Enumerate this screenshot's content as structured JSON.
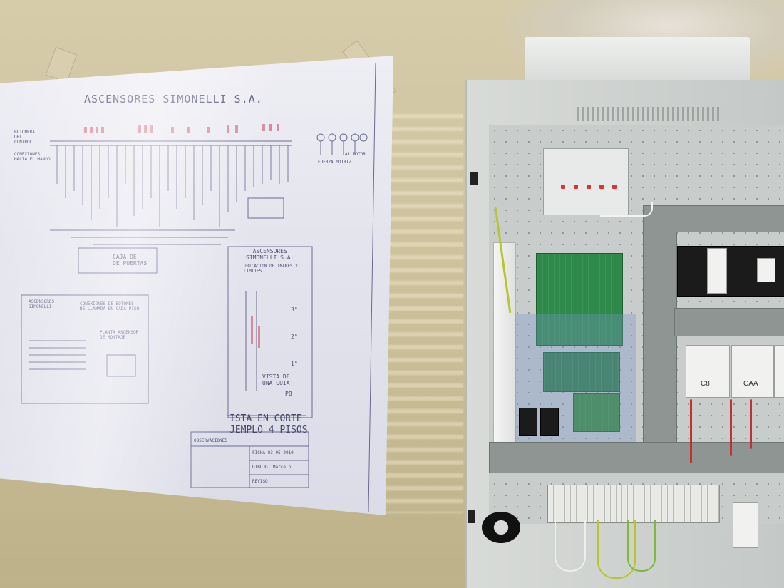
{
  "poster": {
    "title": "ASCENSORES SIMONELLI S.A.",
    "left_notes": [
      "BOTONERA",
      "DEL",
      "CONTROL"
    ],
    "left_notes_2": [
      "CONEXIONES",
      "HACIA EL MANDO"
    ],
    "motor_label": "AL MOTOR",
    "fuerza_label": "FUERZA MOTRIZ",
    "caja_label": [
      "CAJA DE",
      "DE PUERTAS"
    ],
    "box_center_label": [
      "ASCENSORES",
      "SIMONELLI S.A."
    ],
    "box_center_sub": [
      "UBICACION DE IMANES Y",
      "LIMITES"
    ],
    "floors": [
      "3°",
      "2°",
      "1°",
      "PB"
    ],
    "vista_label": [
      "VISTA DE",
      "UNA GUIA"
    ],
    "left_box_title": [
      "ASCENSORES",
      "SIMONELLI"
    ],
    "left_box_note": [
      "CONEXIONES DE BOTONES",
      "DE LLAMADA EN CADA PISO"
    ],
    "left_box_note_2": [
      "PLANTA ASCENSOR",
      "DE MONTAJE"
    ],
    "title_block_line1": "ISTA EN CORTE",
    "title_block_line2": "JEMPLO 4 PISOS",
    "obs_label": "OBSERVACIONES",
    "ficha_label": "FICHA 03-05-2010",
    "dibujo_label": "DIBUJO: Marcelo",
    "reviso_label": "REVISO"
  },
  "cabinet": {
    "contactor_labels": [
      "C8",
      "CAA"
    ]
  },
  "colors": {
    "wall": "#cbbf99",
    "poster_paper": "#e4e4ee",
    "poster_ink": "#4d4d73",
    "cabinet_grey": "#c4c8c6",
    "pcb_green": "#2e8a4a",
    "wire_red": "#c43030",
    "wire_yellow_green": "#b9c52c"
  }
}
